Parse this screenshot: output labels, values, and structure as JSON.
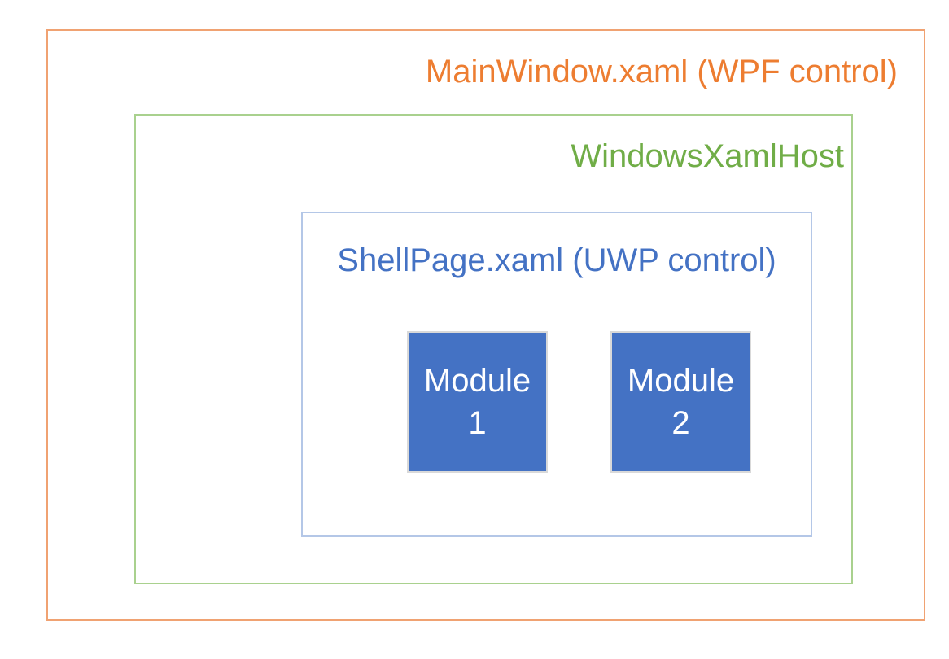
{
  "diagram": {
    "background": "#FFFFFF",
    "outer_box": {
      "label": "MainWindow.xaml (WPF control)",
      "text_color": "#ED7D31",
      "border_color": "#F0A272"
    },
    "host_box": {
      "label": "WindowsXamlHost",
      "text_color": "#70AD47",
      "border_color": "#A9D18E"
    },
    "shell_box": {
      "label": "ShellPage.xaml (UWP control)",
      "text_color": "#4472C4",
      "border_color": "#B4C7E7"
    },
    "modules": [
      {
        "line1": "Module",
        "line2": "1"
      },
      {
        "line1": "Module",
        "line2": "2"
      }
    ],
    "module_style": {
      "fill": "#4472C4",
      "border_color": "#D9D9D9",
      "text_color": "#FFFFFF"
    }
  }
}
